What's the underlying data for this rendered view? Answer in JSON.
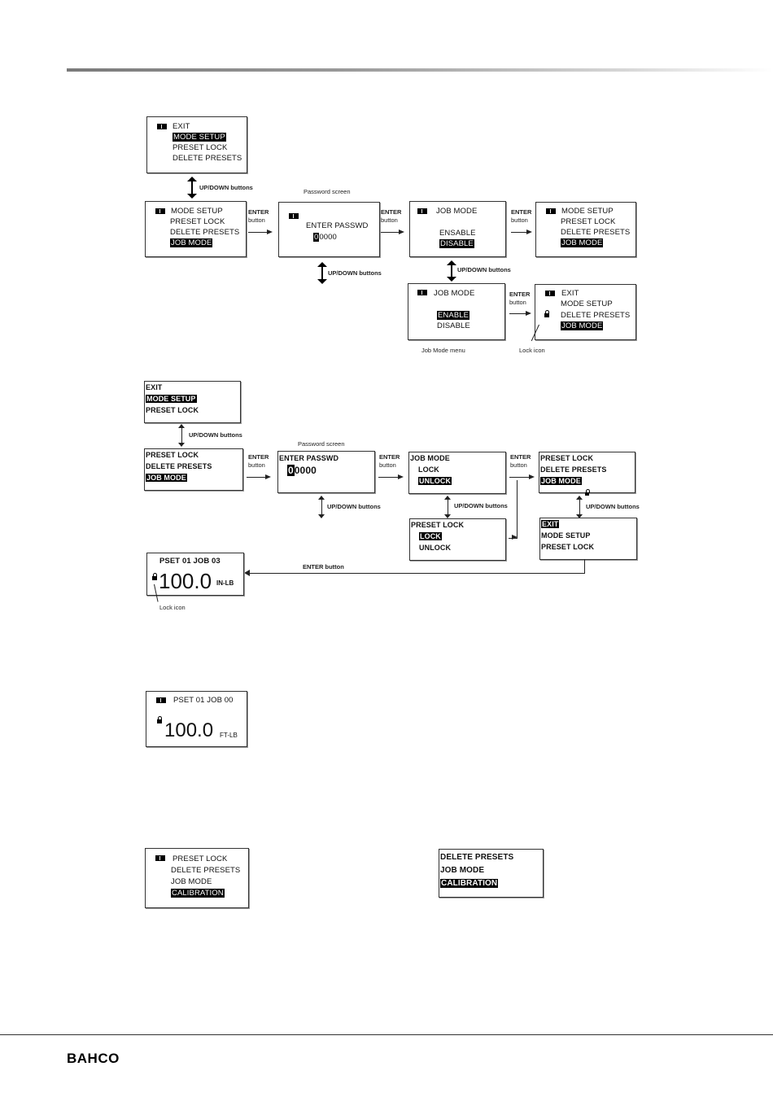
{
  "labels": {
    "updown": "UP/DOWN buttons",
    "enter": "ENTER",
    "button": "button",
    "password_screen": "Password screen",
    "job_mode_menu": "Job Mode menu",
    "lock_icon": "Lock icon",
    "enter_button": "ENTER button"
  },
  "d1": {
    "s1": [
      "EXIT",
      "MODE SETUP",
      "PRESET LOCK",
      "DELETE PRESETS"
    ],
    "s2": [
      "MODE SETUP",
      "PRESET LOCK",
      "DELETE PRESETS",
      "JOB MODE"
    ],
    "s3": {
      "title": "ENTER PASSWD",
      "digits": "0",
      "rest": "0000"
    },
    "s4": {
      "title": "JOB MODE",
      "opt1": "ENSABLE",
      "opt2": "DISABLE"
    },
    "s5": [
      "MODE SETUP",
      "PRESET LOCK",
      "DELETE PRESETS",
      "JOB MODE"
    ],
    "s6": {
      "title": "JOB MODE",
      "opt1": "ENABLE",
      "opt2": "DISABLE"
    },
    "s7": [
      "EXIT",
      "MODE SETUP",
      "DELETE PRESETS",
      "JOB MODE"
    ]
  },
  "d2": {
    "s1": [
      "EXIT",
      "MODE SETUP",
      "PRESET LOCK"
    ],
    "s2": [
      "PRESET LOCK",
      "DELETE PRESETS",
      "JOB MODE"
    ],
    "s3": {
      "title": "ENTER PASSWD",
      "digits": "0",
      "rest": "0000"
    },
    "s4": [
      "JOB MODE",
      "LOCK",
      "UNLOCK"
    ],
    "s5": [
      "PRESET LOCK",
      "DELETE PRESETS",
      "JOB MODE"
    ],
    "s6": [
      "PRESET LOCK",
      "LOCK",
      "UNLOCK"
    ],
    "s7": [
      "EXIT",
      "MODE SETUP",
      "PRESET LOCK"
    ],
    "run": {
      "top": "PSET 01  JOB   03",
      "value": "100.0",
      "unit": "IN-LB"
    }
  },
  "d3": {
    "top": "PSET 01  JOB 00",
    "value": "100.0",
    "unit": "FT-LB"
  },
  "d4": {
    "left": [
      "PRESET LOCK",
      "DELETE PRESETS",
      "JOB MODE",
      "CALIBRATION"
    ],
    "right": [
      "DELETE PRESETS",
      "JOB MODE",
      "CALIBRATION"
    ]
  },
  "footer": {
    "brand": "BAHCO"
  }
}
